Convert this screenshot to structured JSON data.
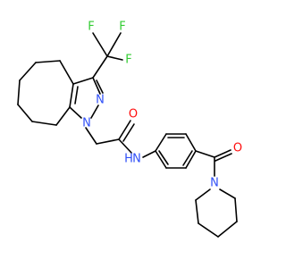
{
  "molecule": {
    "atoms": {
      "F1": {
        "symbol": "F",
        "color": "#33cc33"
      },
      "F2": {
        "symbol": "F",
        "color": "#33cc33"
      },
      "F3": {
        "symbol": "F",
        "color": "#33cc33"
      },
      "N2": {
        "symbol": "N",
        "color": "#3050f8"
      },
      "N1": {
        "symbol": "N",
        "color": "#3050f8"
      },
      "O1": {
        "symbol": "O",
        "color": "#ff0d0d"
      },
      "NH": {
        "symbol": "N",
        "color": "#3050f8"
      },
      "H": {
        "symbol": "H",
        "color": "#3050f8"
      },
      "O2": {
        "symbol": "O",
        "color": "#ff0d0d"
      },
      "N3": {
        "symbol": "N",
        "color": "#3050f8"
      }
    }
  }
}
